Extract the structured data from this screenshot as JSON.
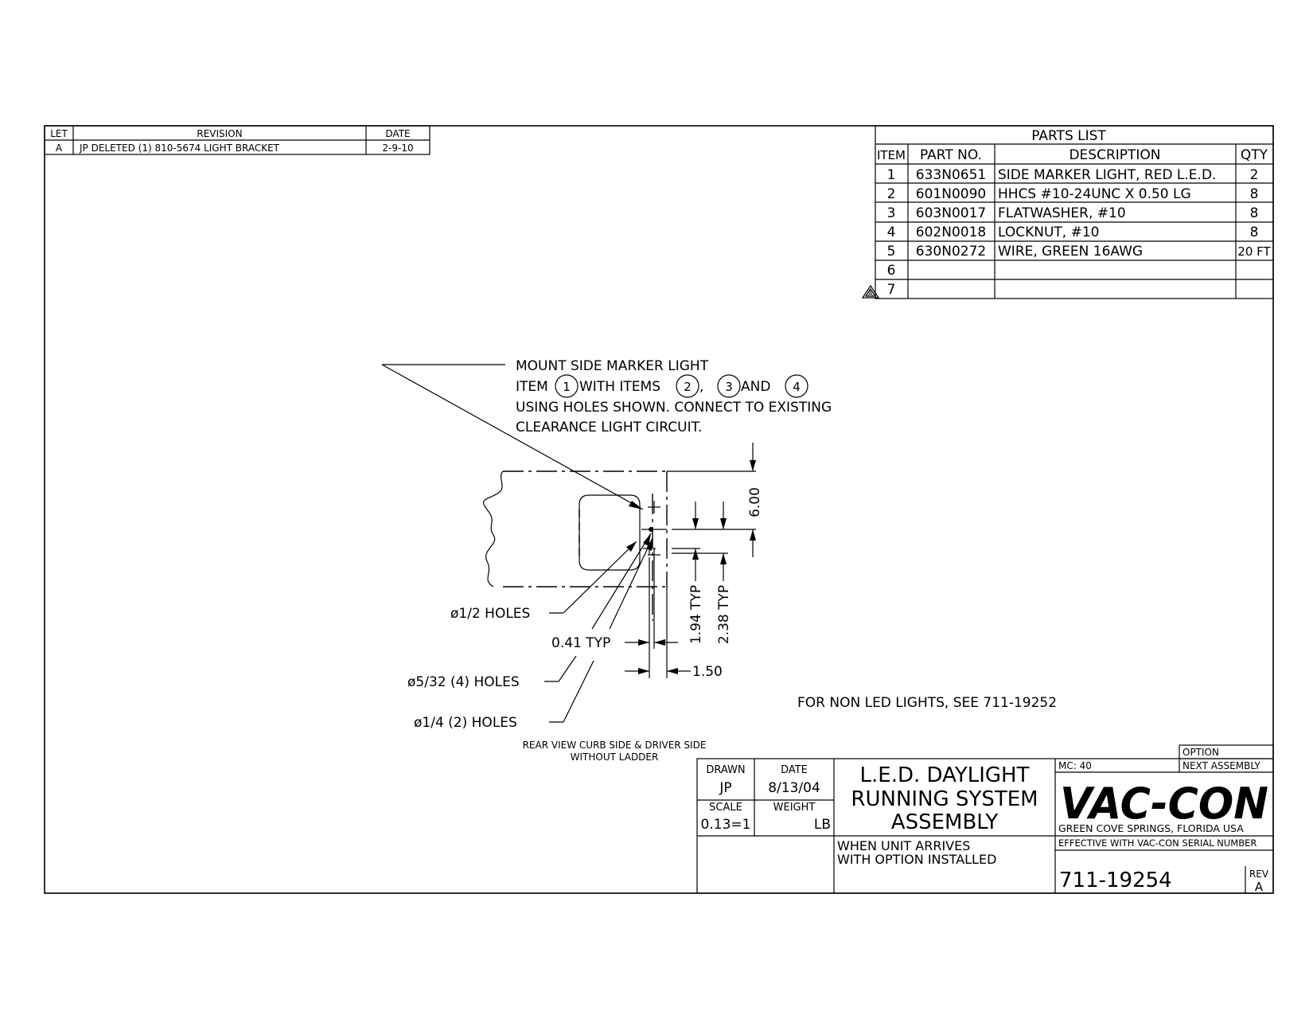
{
  "revision_block": {
    "headers": [
      "LET",
      "REVISION",
      "DATE"
    ],
    "rows": [
      {
        "let": "A",
        "revision": "JP DELETED (1) 810-5674 LIGHT BRACKET",
        "date": "2-9-10"
      }
    ]
  },
  "parts_list": {
    "title": "PARTS LIST",
    "headers": [
      "ITEM",
      "PART NO.",
      "DESCRIPTION",
      "QTY"
    ],
    "rows": [
      {
        "item": "1",
        "part_no": "633N0651",
        "description": "SIDE MARKER LIGHT, RED L.E.D.",
        "qty": "2"
      },
      {
        "item": "2",
        "part_no": "601N0090",
        "description": "HHCS #10-24UNC X 0.50 LG",
        "qty": "8"
      },
      {
        "item": "3",
        "part_no": "603N0017",
        "description": "FLATWASHER, #10",
        "qty": "8"
      },
      {
        "item": "4",
        "part_no": "602N0018",
        "description": "LOCKNUT, #10",
        "qty": "8"
      },
      {
        "item": "5",
        "part_no": "630N0272",
        "description": "WIRE, GREEN 16AWG",
        "qty": "20 FT"
      },
      {
        "item": "6",
        "part_no": "",
        "description": "",
        "qty": ""
      },
      {
        "item": "7",
        "part_no": "",
        "description": "",
        "qty": ""
      }
    ],
    "revision_flag": "A"
  },
  "note": {
    "line1": "MOUNT SIDE MARKER LIGHT",
    "line2_prefix": "ITEM",
    "balloon1": "1",
    "line2_mid": "WITH ITEMS",
    "balloon2": "2",
    "comma": ",",
    "balloon3": "3",
    "and_word": "AND",
    "balloon4": "4",
    "line3": "USING HOLES SHOWN. CONNECT TO EXISTING",
    "line4": "CLEARANCE LIGHT CIRCUIT."
  },
  "callouts": {
    "holes_half": "ø1/2 HOLES",
    "holes_5_32": "ø5/32 (4) HOLES",
    "holes_quarter": "ø1/4 (2) HOLES",
    "dim_041": "0.41 TYP",
    "dim_150": "1.50",
    "dim_194": "1.94 TYP",
    "dim_238": "2.38 TYP",
    "dim_600": "6.00"
  },
  "view_caption": {
    "line1": "REAR VIEW CURB SIDE & DRIVER SIDE",
    "line2": "WITHOUT LADDER"
  },
  "non_led_note": "FOR NON LED LIGHTS, SEE 711-19252",
  "title_block": {
    "drawn_label": "DRAWN",
    "drawn_value": "JP",
    "date_label": "DATE",
    "date_value": "8/13/04",
    "scale_label": "SCALE",
    "scale_value": "0.13=1",
    "weight_label": "WEIGHT",
    "weight_unit": "LB",
    "title_line1": "L.E.D. DAYLIGHT",
    "title_line2": "RUNNING SYSTEM",
    "title_line3": "ASSEMBLY",
    "note_line1": "WHEN UNIT ARRIVES",
    "note_line2": "WITH OPTION INSTALLED",
    "option_label": "OPTION",
    "mc_label": "MC: 40",
    "next_assembly_label": "NEXT ASSEMBLY",
    "company_logo": "VAC-CON",
    "company_location": "GREEN COVE SPRINGS, FLORIDA USA",
    "effective_note": "EFFECTIVE WITH VAC-CON SERIAL NUMBER",
    "drawing_number": "711-19254",
    "rev_label": "REV",
    "rev_value": "A"
  }
}
